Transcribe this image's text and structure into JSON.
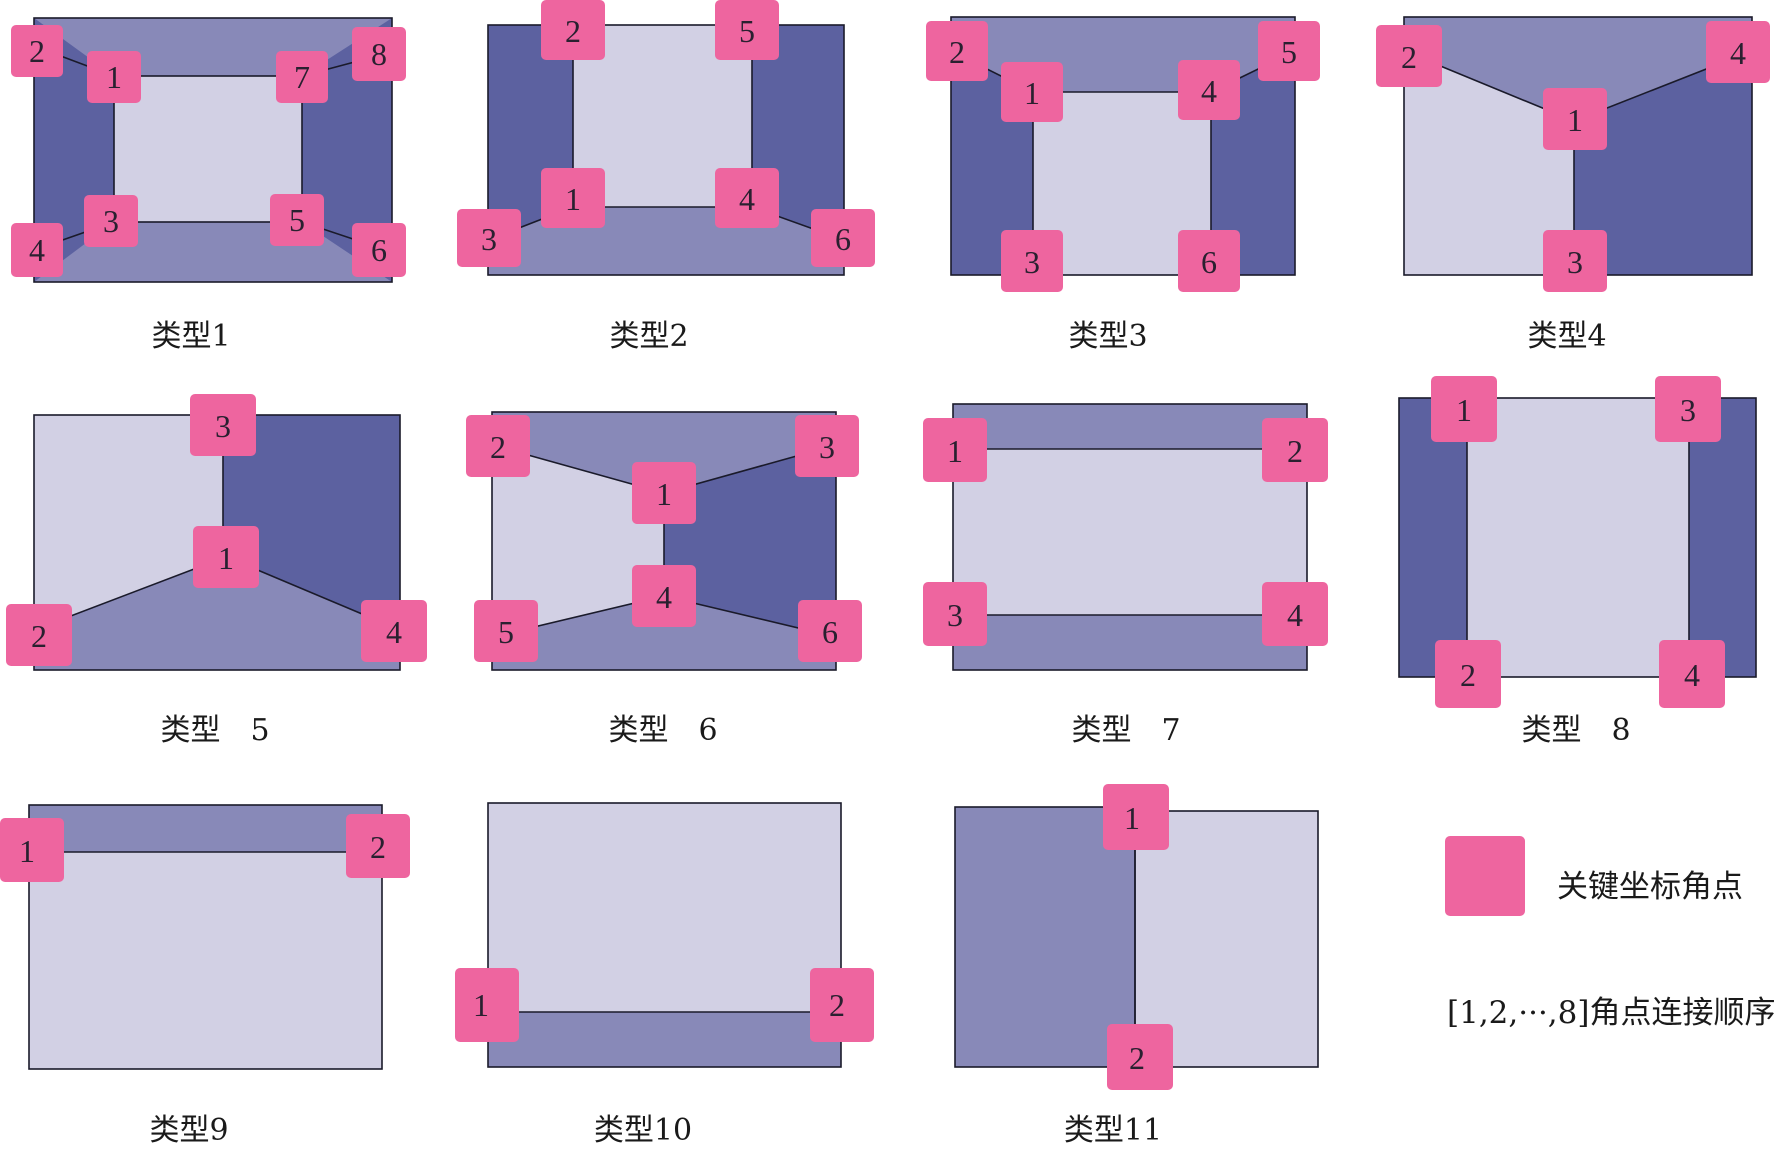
{
  "colors": {
    "light": "#d2d0e4",
    "mid": "#8889b8",
    "dark": "#5c61a0",
    "marker": "#ee659f",
    "edge": "#1a1a2a"
  },
  "diagrams": [
    {
      "caption": "类型1",
      "marker_labels": [
        "2",
        "1",
        "7",
        "8",
        "4",
        "3",
        "5",
        "6"
      ]
    },
    {
      "caption": "类型2",
      "marker_labels": [
        "2",
        "5",
        "1",
        "4",
        "3",
        "6"
      ]
    },
    {
      "caption": "类型3",
      "marker_labels": [
        "2",
        "5",
        "1",
        "4",
        "3",
        "6"
      ]
    },
    {
      "caption": "类型4",
      "marker_labels": [
        "2",
        "4",
        "1",
        "3"
      ]
    },
    {
      "caption": "类型　5",
      "marker_labels": [
        "3",
        "1",
        "2",
        "4"
      ]
    },
    {
      "caption": "类型　6",
      "marker_labels": [
        "2",
        "3",
        "1",
        "4",
        "5",
        "6"
      ]
    },
    {
      "caption": "类型　7",
      "marker_labels": [
        "1",
        "2",
        "3",
        "4"
      ]
    },
    {
      "caption": "类型　8",
      "marker_labels": [
        "1",
        "3",
        "2",
        "4"
      ]
    },
    {
      "caption": "类型9",
      "marker_labels": [
        "1",
        "2"
      ]
    },
    {
      "caption": "类型10",
      "marker_labels": [
        "1",
        "2"
      ]
    },
    {
      "caption": "类型11",
      "marker_labels": [
        "1",
        "2"
      ]
    }
  ],
  "legend": {
    "marker_label": "关键坐标角点",
    "order_label": "[1,2,···,8]角点连接顺序"
  }
}
